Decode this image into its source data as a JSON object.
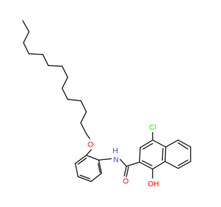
{
  "molecule": {
    "atoms": {
      "oxygen_ether": "O",
      "amide_nh": "N",
      "amide_h": "H",
      "oxygen_carbonyl": "O",
      "chlorine": "Cl",
      "hydroxyl": "OH"
    },
    "colors": {
      "bond": "#2b2b2b",
      "oxygen": "#ff0d0d",
      "nitrogen": "#3050f8",
      "chlorine": "#1ff01f"
    }
  }
}
